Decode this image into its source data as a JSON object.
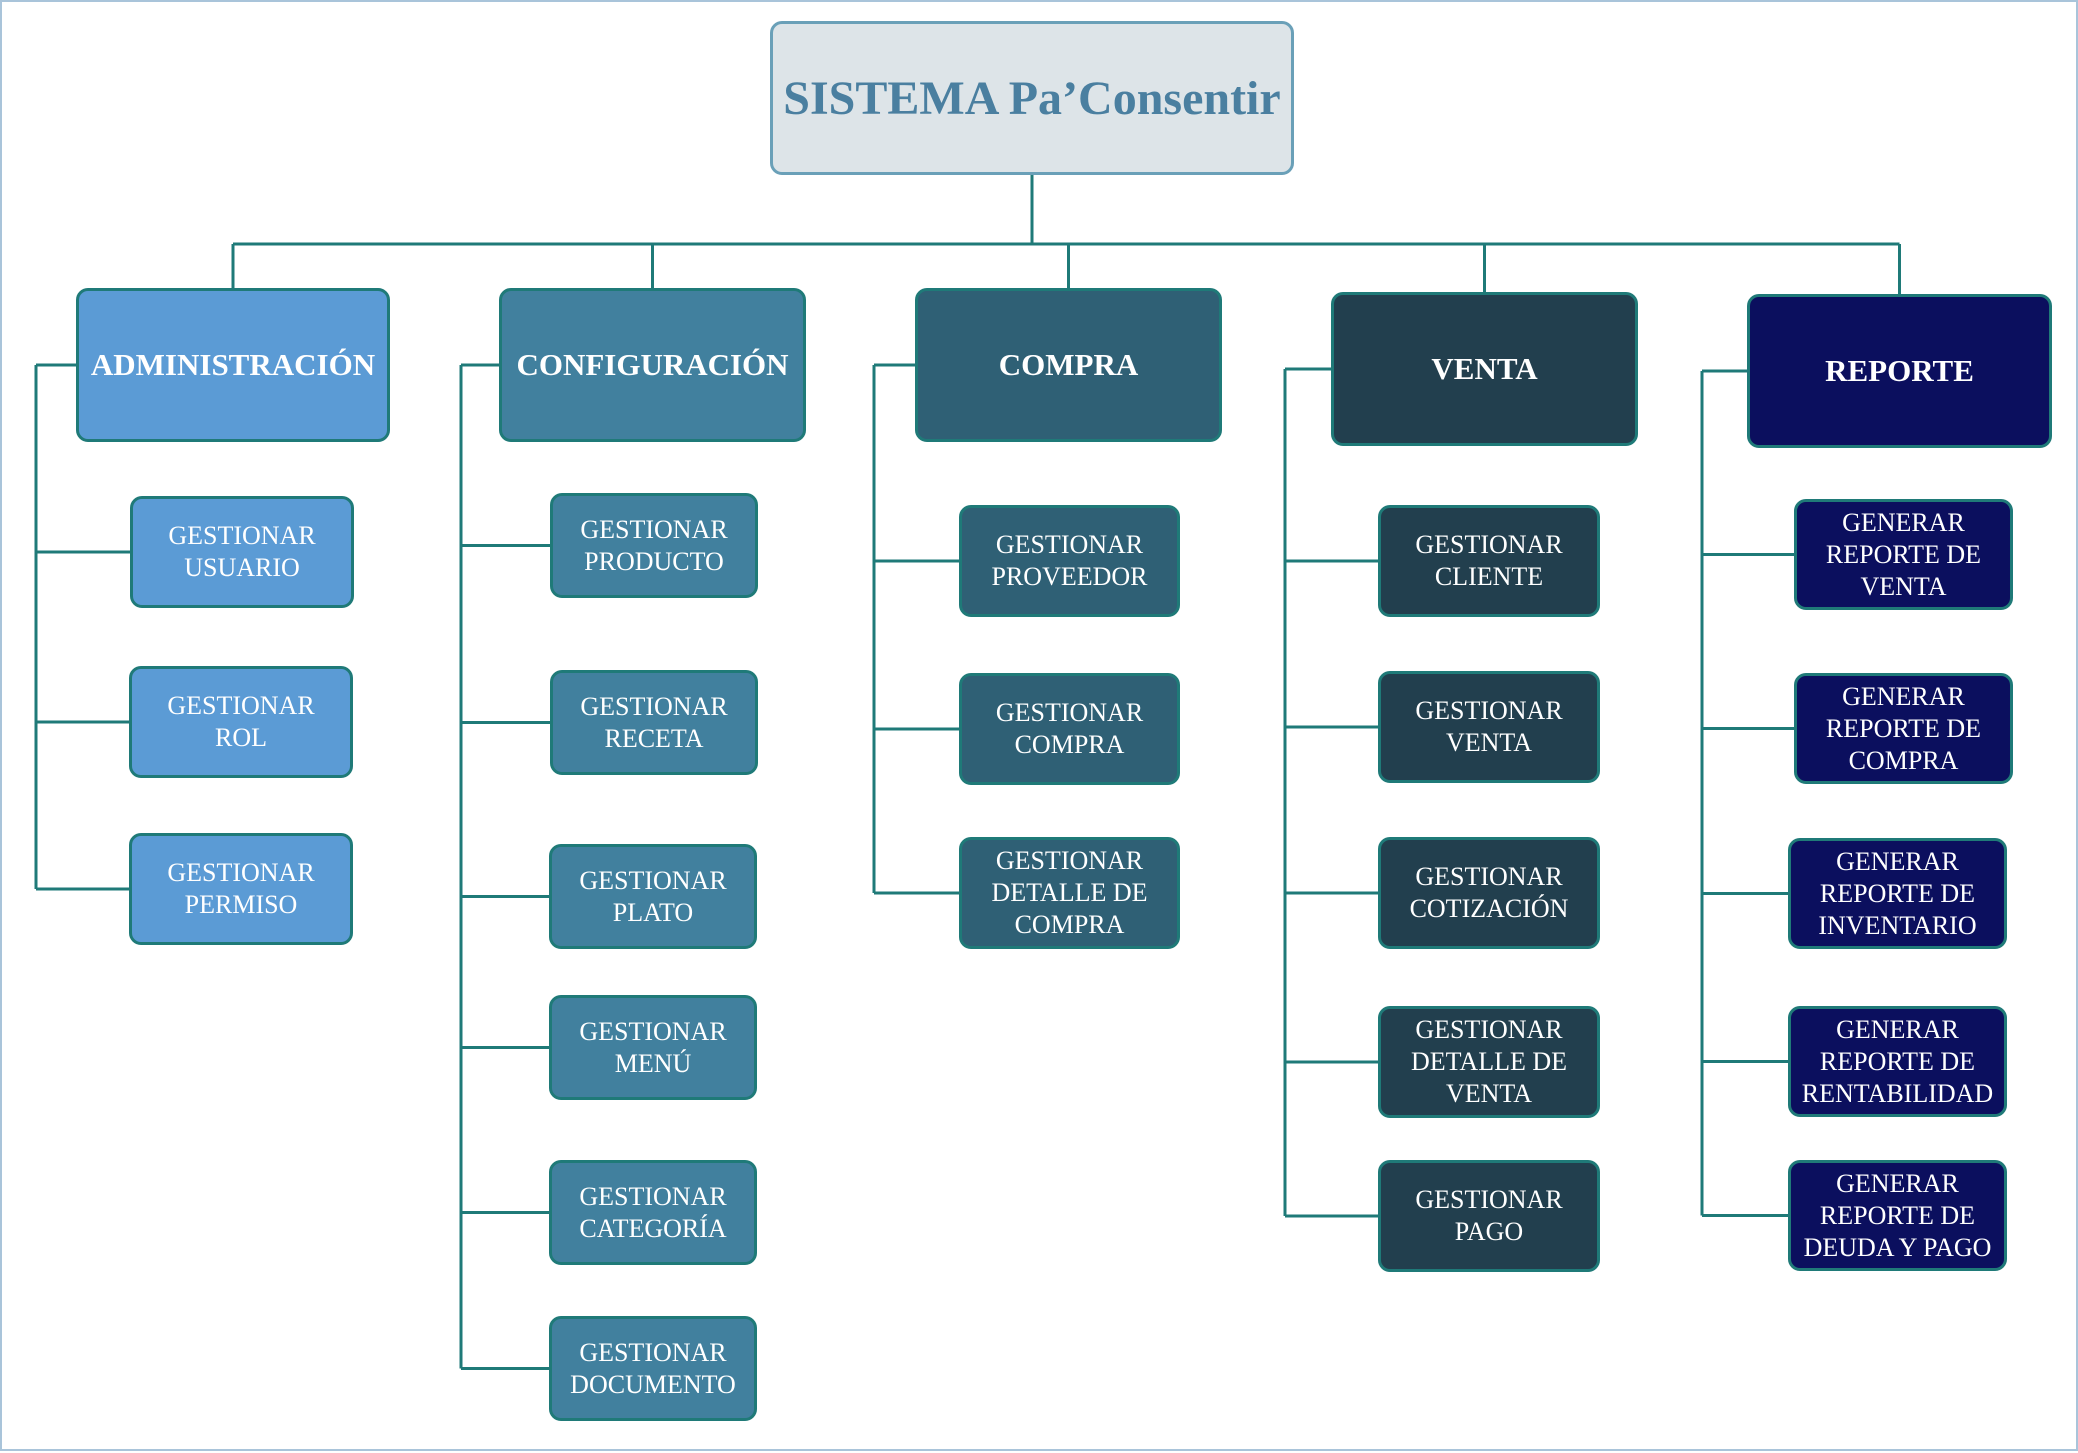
{
  "root": {
    "title": "SISTEMA Pa’Consentir"
  },
  "colors": {
    "connector": "#1f7a78",
    "administracion": "#5b9bd5",
    "configuracion": "#41809e",
    "compra": "#2f6075",
    "venta": "#223f4e",
    "reporte": "#0b0f5e"
  },
  "categories": [
    {
      "label": "ADMINISTRACIÓN",
      "items": [
        [
          "GESTIONAR",
          "USUARIO"
        ],
        [
          "GESTIONAR",
          "ROL"
        ],
        [
          "GESTIONAR",
          "PERMISO"
        ]
      ]
    },
    {
      "label": "CONFIGURACIÓN",
      "items": [
        [
          "GESTIONAR",
          "PRODUCTO"
        ],
        [
          "GESTIONAR",
          "RECETA"
        ],
        [
          "GESTIONAR",
          "PLATO"
        ],
        [
          "GESTIONAR",
          "MENÚ"
        ],
        [
          "GESTIONAR",
          "CATEGORÍA"
        ],
        [
          "GESTIONAR",
          "DOCUMENTO"
        ]
      ]
    },
    {
      "label": "COMPRA",
      "items": [
        [
          "GESTIONAR",
          "PROVEEDOR"
        ],
        [
          "GESTIONAR",
          "COMPRA"
        ],
        [
          "GESTIONAR",
          "DETALLE DE",
          "COMPRA"
        ]
      ]
    },
    {
      "label": "VENTA",
      "items": [
        [
          "GESTIONAR",
          "CLIENTE"
        ],
        [
          "GESTIONAR",
          "VENTA"
        ],
        [
          "GESTIONAR",
          "COTIZACIÓN"
        ],
        [
          "GESTIONAR",
          "DETALLE DE",
          "VENTA"
        ],
        [
          "GESTIONAR",
          "PAGO"
        ]
      ]
    },
    {
      "label": "REPORTE",
      "items": [
        [
          "GENERAR",
          "REPORTE DE",
          "VENTA"
        ],
        [
          "GENERAR",
          "REPORTE DE",
          "COMPRA"
        ],
        [
          "GENERAR",
          "REPORTE DE",
          "INVENTARIO"
        ],
        [
          "GENERAR",
          "REPORTE DE",
          "RENTABILIDAD"
        ],
        [
          "GENERAR",
          "REPORTE DE",
          "DEUDA Y PAGO"
        ]
      ]
    }
  ]
}
